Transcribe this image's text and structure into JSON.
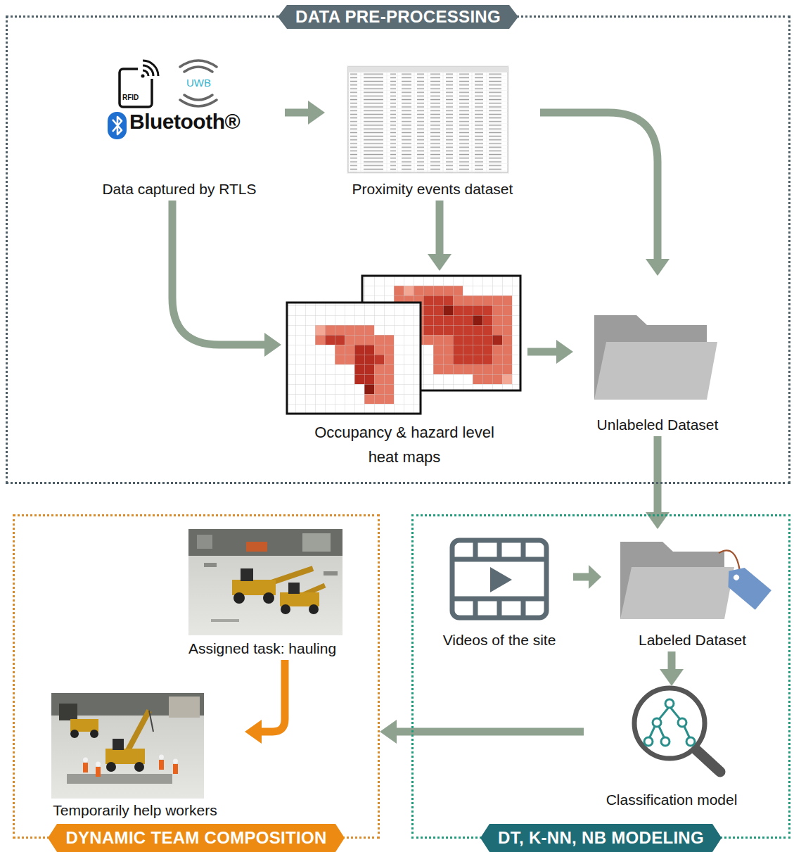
{
  "diagram": {
    "nodes": [
      {
        "text": [
          "DATA PRE-PROCESSING"
        ]
      },
      {
        "text": [
          "Data captured by RTLS"
        ],
        "in": 0
      },
      {
        "text": [
          "Proximity events dataset"
        ],
        "in": 0
      },
      {
        "text": [
          "Occupancy & hazard level heat maps"
        ],
        "in": 0
      },
      {
        "text": [
          "Unlabeled Dataset"
        ],
        "in": 0
      },
      {
        "text": [
          "DYNAMIC TEAM COMPOSITION"
        ]
      },
      {
        "text": [
          "Assigned task: hauling"
        ],
        "in": 5
      },
      {
        "text": [
          "Temporarily help workers"
        ],
        "in": 5
      },
      {
        "text": [
          "DT, K-NN, NB MODELING"
        ]
      },
      {
        "text": [
          "Videos of the site"
        ],
        "in": 8
      },
      {
        "text": [
          "Labeled Dataset"
        ],
        "in": 8
      },
      {
        "text": [
          "Classification model"
        ],
        "in": 8
      }
    ],
    "edges": [
      {
        "from": 1,
        "to": 2,
        "arrow": "to"
      },
      {
        "from": 2,
        "to": 4,
        "arrow": "to"
      },
      {
        "from": 2,
        "to": 3,
        "arrow": "to"
      },
      {
        "from": 1,
        "to": 3,
        "arrow": "to"
      },
      {
        "from": 3,
        "to": 4,
        "arrow": "to"
      },
      {
        "from": 4,
        "to": 10,
        "arrow": "to"
      },
      {
        "from": 9,
        "to": 10,
        "arrow": "to"
      },
      {
        "from": 10,
        "to": 11,
        "arrow": "to"
      },
      {
        "from": 11,
        "to": 5,
        "arrow": "to"
      },
      {
        "from": 6,
        "to": 7,
        "arrow": "to"
      }
    ],
    "labels": [
      "RFID",
      "UWB",
      "Bluetooth®"
    ]
  }
}
